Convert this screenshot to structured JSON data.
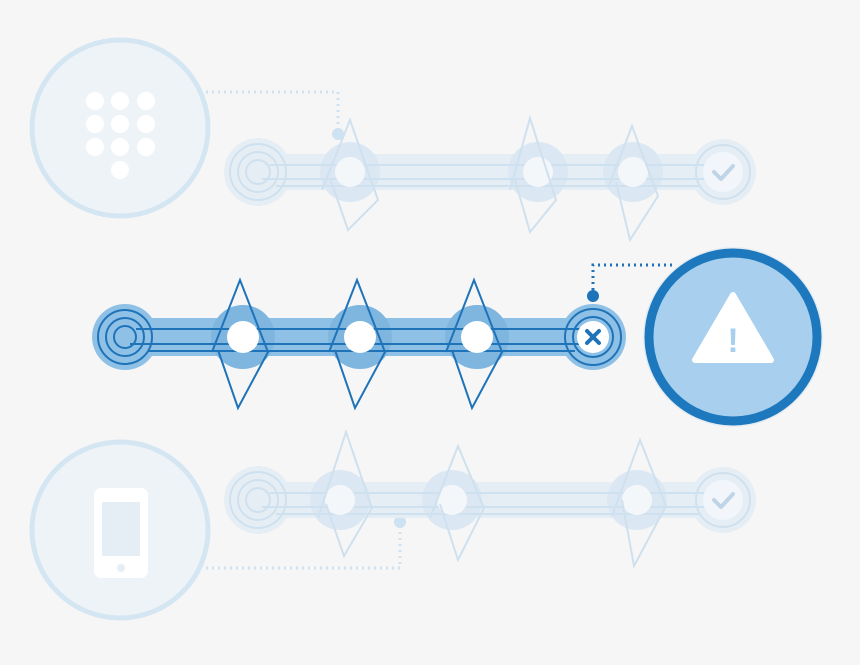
{
  "colors": {
    "background": "#f6f6f6",
    "faded_light": "#e3edf5",
    "faded_mid": "#c9dff0",
    "faded_stroke": "#bcd8ec",
    "active_fill": "#8fc1e6",
    "active_fill_light": "#b7d8f0",
    "active_stroke": "#1f73b8",
    "alert_ring": "#1d78bd",
    "alert_fill": "#a8d0ee",
    "white": "#ffffff"
  },
  "rows": [
    {
      "state": "faded",
      "source_icon": "keypad-icon",
      "end_icon": "check-icon",
      "nodes": 3
    },
    {
      "state": "active",
      "source_icon": "",
      "end_icon": "close-icon",
      "nodes": 3
    },
    {
      "state": "faded",
      "source_icon": "smartphone-icon",
      "end_icon": "check-icon",
      "nodes": 3
    }
  ],
  "alert": {
    "icon": "warning-icon",
    "symbol": "!"
  }
}
